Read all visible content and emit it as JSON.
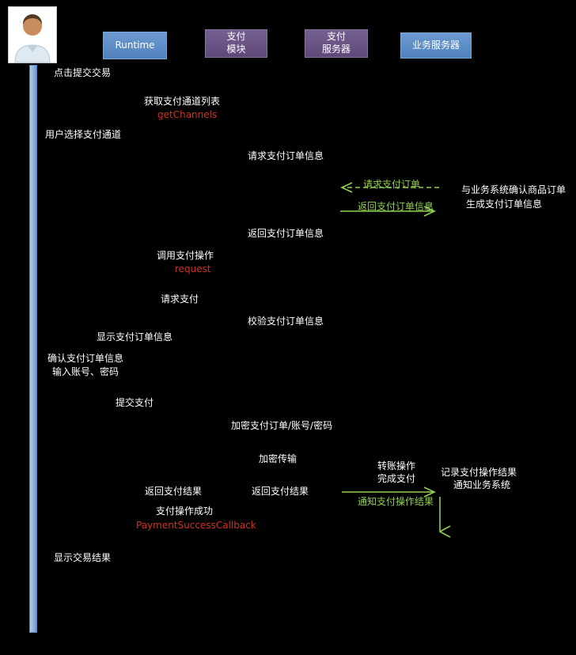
{
  "colors": {
    "background": "#000000",
    "actor_blue": "#4f81bd",
    "actor_purple": "#5f497a",
    "arrow_green": "#92d050",
    "code_red": "#cc3322",
    "text_white": "#ffffff",
    "activation_blue": "#8fb4dc"
  },
  "actors": {
    "runtime": "Runtime",
    "pay_module": "支付\n模块",
    "pay_server": "支付\n服务器",
    "biz_server": "业务服务器"
  },
  "messages": [
    {
      "text": "点击提交交易"
    },
    {
      "text": "获取支付通道列表"
    },
    {
      "text": "getChannels"
    },
    {
      "text": "用户选择支付通道"
    },
    {
      "text": "请求支付订单信息"
    },
    {
      "text": "请求支付订单"
    },
    {
      "text": "与业务系统确认商品订单"
    },
    {
      "text": "生成支付订单信息"
    },
    {
      "text": "返回支付订单信息"
    },
    {
      "text": "返回支付订单信息"
    },
    {
      "text": "调用支付操作"
    },
    {
      "text": "request"
    },
    {
      "text": "请求支付"
    },
    {
      "text": "校验支付订单信息"
    },
    {
      "text": "显示支付订单信息"
    },
    {
      "text": "确认支付订单信息"
    },
    {
      "text": "输入账号、密码"
    },
    {
      "text": "提交支付"
    },
    {
      "text": "加密支付订单/账号/密码"
    },
    {
      "text": "加密传输"
    },
    {
      "text": "转账操作"
    },
    {
      "text": "完成支付"
    },
    {
      "text": "记录支付操作结果"
    },
    {
      "text": "通知业务系统"
    },
    {
      "text": "返回支付结果"
    },
    {
      "text": "返回支付结果"
    },
    {
      "text": "通知支付操作结果"
    },
    {
      "text": "支付操作成功"
    },
    {
      "text": "PaymentSuccessCallback"
    },
    {
      "text": "显示交易结果"
    }
  ]
}
